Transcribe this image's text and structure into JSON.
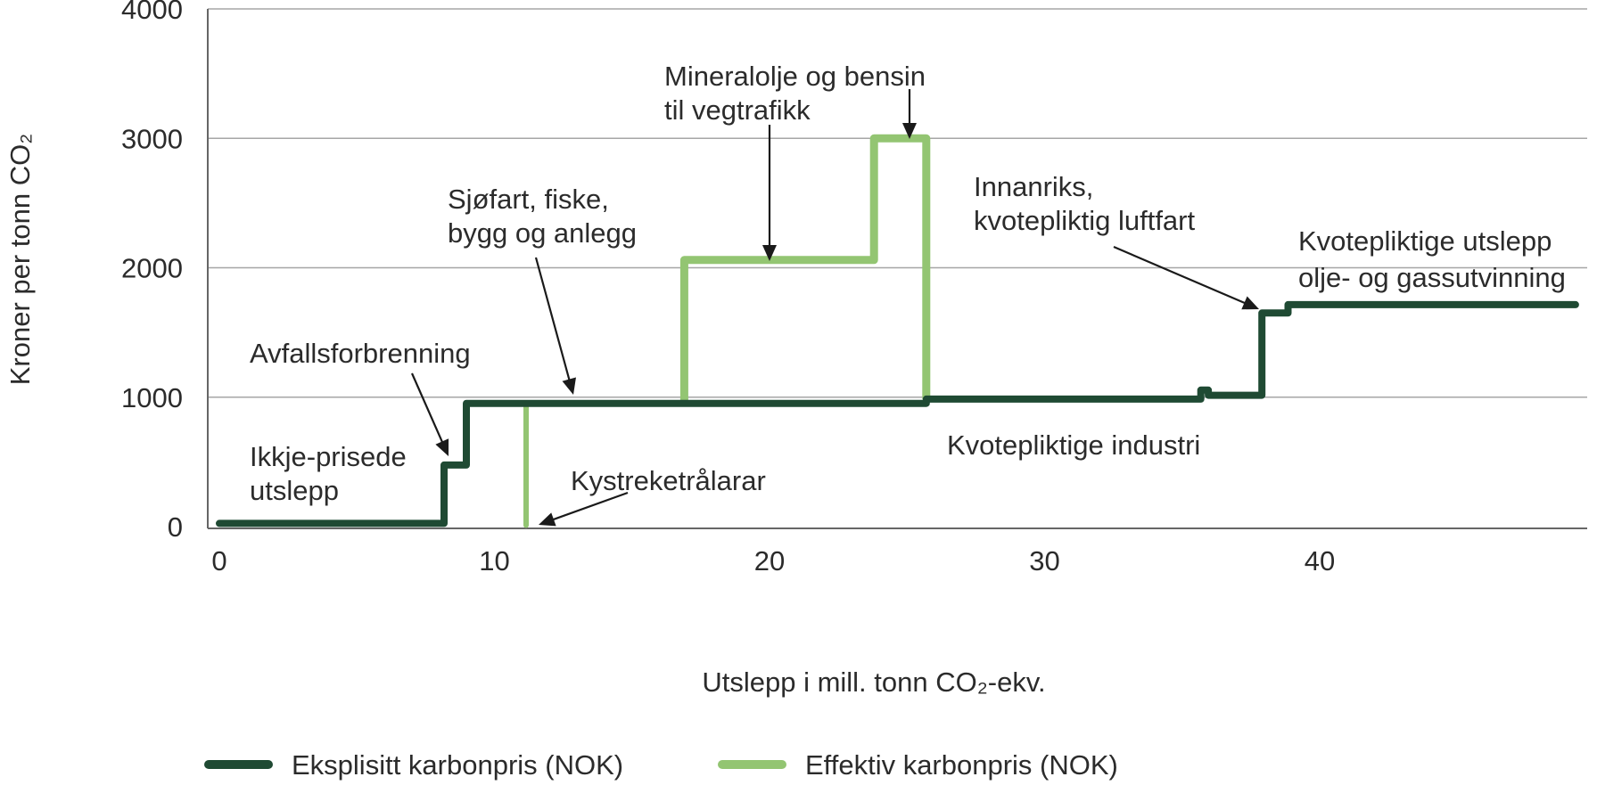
{
  "chart_data": {
    "type": "line",
    "subtype": "step",
    "title": "",
    "xlabel": "Utslepp i mill. tonn CO₂-ekv.",
    "ylabel": "Kroner per tonn CO₂",
    "xlim": [
      0,
      49.7
    ],
    "ylim": [
      0,
      4000
    ],
    "x_ticks": [
      0,
      10,
      20,
      30,
      40
    ],
    "y_ticks": [
      0,
      1000,
      2000,
      3000,
      4000
    ],
    "grid": true,
    "legend_position": "bottom",
    "series": [
      {
        "name": "Eksplisitt karbonpris (NOK)",
        "color": "#1f4a33",
        "points": [
          [
            0,
            25
          ],
          [
            8.17,
            25
          ],
          [
            8.17,
            476
          ],
          [
            8.98,
            476
          ],
          [
            8.98,
            952
          ],
          [
            25.7,
            952
          ],
          [
            25.7,
            985
          ],
          [
            35.68,
            985
          ],
          [
            35.68,
            1055
          ],
          [
            35.95,
            1055
          ],
          [
            35.95,
            1015
          ],
          [
            37.9,
            1015
          ],
          [
            37.9,
            1650
          ],
          [
            38.85,
            1650
          ],
          [
            38.85,
            1715
          ],
          [
            49.3,
            1715
          ]
        ]
      },
      {
        "name": "Effektiv karbonpris (NOK)",
        "color": "#93c572",
        "points": [
          [
            16.9,
            952
          ],
          [
            16.9,
            2060
          ],
          [
            23.8,
            2060
          ],
          [
            23.8,
            3000
          ],
          [
            25.7,
            3000
          ],
          [
            25.7,
            985
          ]
        ],
        "extra_segments": [
          {
            "id": "kystreketralarar-spike",
            "points": [
              [
                11.15,
                940
              ],
              [
                11.15,
                10
              ]
            ]
          }
        ]
      }
    ],
    "annotations": [
      {
        "id": "mineralolje",
        "lines": [
          "Mineralolje og bensin",
          "til vegtrafikk"
        ],
        "targets": [
          {
            "x": 20.0,
            "y": 2060
          },
          {
            "x": 25.1,
            "y": 3000
          }
        ]
      },
      {
        "id": "sjofart",
        "lines": [
          "Sjøfart, fiske,",
          "bygg og anlegg"
        ],
        "targets": [
          {
            "x": 12.9,
            "y": 985
          }
        ]
      },
      {
        "id": "avfall",
        "lines": [
          "Avfallsforbrenning"
        ],
        "targets": [
          {
            "x": 8.3,
            "y": 540
          }
        ]
      },
      {
        "id": "ikkje",
        "lines": [
          "Ikkje-prisede",
          "utslepp"
        ],
        "targets": []
      },
      {
        "id": "kystreke",
        "lines": [
          "Kystreketrålarar"
        ],
        "targets": [
          {
            "x": 11.3,
            "y": 20
          }
        ]
      },
      {
        "id": "kvoteindustri",
        "lines": [
          "Kvotepliktige industri"
        ],
        "targets": []
      },
      {
        "id": "innanriks",
        "lines": [
          "Innanriks,",
          "kvotepliktig luftfart"
        ],
        "targets": [
          {
            "x": 37.8,
            "y": 1660
          }
        ]
      },
      {
        "id": "kvoteolje",
        "lines": [
          "Kvotepliktige utslepp",
          "olje- og gassutvinning"
        ],
        "targets": []
      }
    ]
  },
  "legend": {
    "items": [
      {
        "label": "Eksplisitt karbonpris (NOK)",
        "color": "#1f4a33"
      },
      {
        "label": "Effektiv karbonpris (NOK)",
        "color": "#93c572"
      }
    ]
  },
  "colors": {
    "dark_green": "#1f4a33",
    "light_green": "#93c572",
    "gridline": "#a6a6a6",
    "axis": "#666666",
    "text": "#2b2b2b",
    "arrow": "#1a1a1a"
  }
}
